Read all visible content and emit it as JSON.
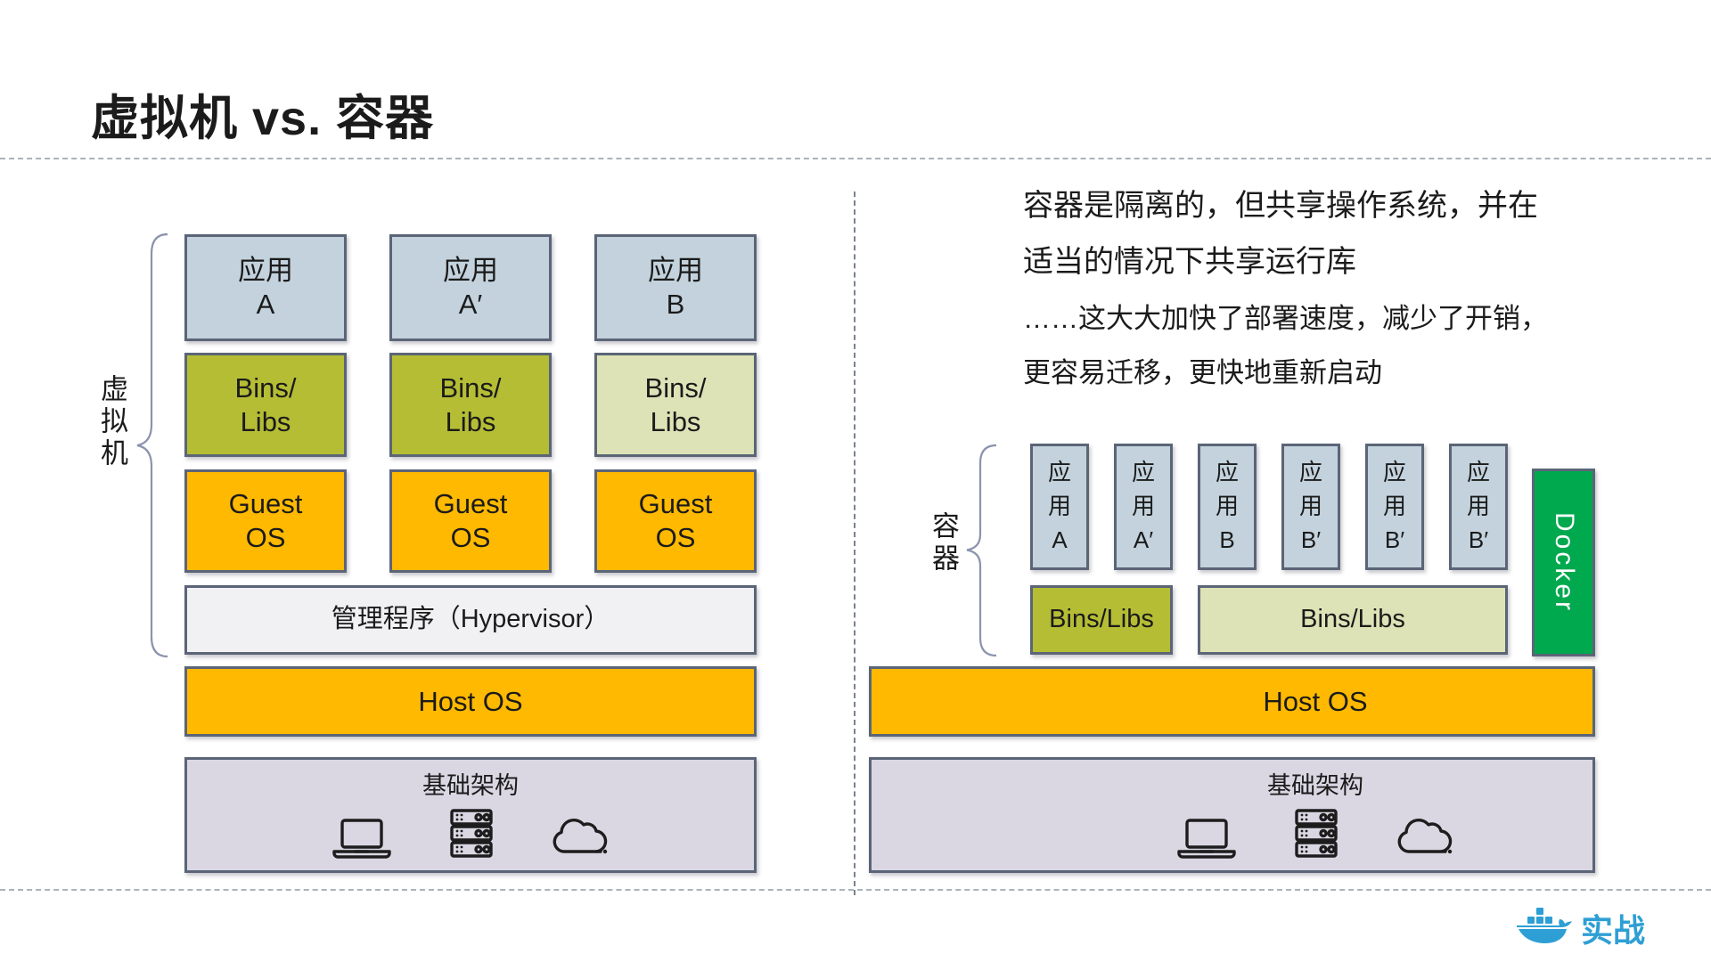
{
  "title": "虚拟机 vs. 容器",
  "colors": {
    "border": "#5b6577",
    "app": "#c3d2dc",
    "olive": "#b5bd35",
    "pale": "#dde3b6",
    "orange": "#ffb900",
    "hyper": "#f1f1f4",
    "infra": "#dad7e3",
    "docker": "#00a84e",
    "text": "#1b1b1b",
    "dash": "#aab3bd",
    "divider": "#79828f",
    "bracket": "#8b93ad",
    "logo": "#2e9fd4"
  },
  "left": {
    "group_label": "虚拟机",
    "apps": [
      {
        "l1": "应用",
        "l2": "A"
      },
      {
        "l1": "应用",
        "l2": "A′"
      },
      {
        "l1": "应用",
        "l2": "B"
      }
    ],
    "bins": [
      {
        "l1": "Bins/",
        "l2": "Libs"
      },
      {
        "l1": "Bins/",
        "l2": "Libs"
      },
      {
        "l1": "Bins/",
        "l2": "Libs"
      }
    ],
    "guests": [
      {
        "l1": "Guest",
        "l2": "OS"
      },
      {
        "l1": "Guest",
        "l2": "OS"
      },
      {
        "l1": "Guest",
        "l2": "OS"
      }
    ],
    "hypervisor": "管理程序（Hypervisor）",
    "host_os": "Host OS",
    "infra_label": "基础架构"
  },
  "right": {
    "description": [
      "容器是隔离的，但共享操作系统，并在",
      "适当的情况下共享运行库",
      "……这大大加快了部署速度，减少了开销，",
      "更容易迁移，更快地重新启动"
    ],
    "group_label": "容器",
    "apps": [
      {
        "l1": "应",
        "l2": "用",
        "l3": "A"
      },
      {
        "l1": "应",
        "l2": "用",
        "l3": "A′"
      },
      {
        "l1": "应",
        "l2": "用",
        "l3": "B"
      },
      {
        "l1": "应",
        "l2": "用",
        "l3": "B′"
      },
      {
        "l1": "应",
        "l2": "用",
        "l3": "B′"
      },
      {
        "l1": "应",
        "l2": "用",
        "l3": "B′"
      }
    ],
    "bins_left": "Bins/Libs",
    "bins_right": "Bins/Libs",
    "docker_label": "Docker",
    "host_os": "Host OS",
    "infra_label": "基础架构"
  },
  "icons": {
    "laptop": "laptop-icon",
    "server": "server-rack-icon",
    "cloud": "cloud-icon",
    "whale": "docker-whale-icon"
  },
  "footer": {
    "brand": "实战"
  }
}
